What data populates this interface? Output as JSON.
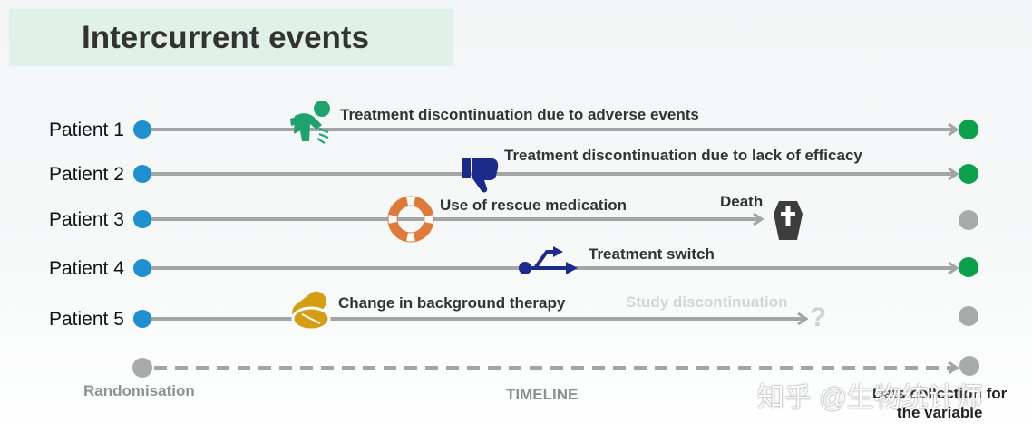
{
  "title": "Intercurrent events",
  "patients": [
    {
      "label": "Patient 1",
      "event": "Treatment discontinuation due to adverse events",
      "end_status": "green",
      "icon": "person-pain-icon"
    },
    {
      "label": "Patient 2",
      "event": "Treatment discontinuation due to lack of efficacy",
      "end_status": "green",
      "icon": "thumbs-down-icon"
    },
    {
      "label": "Patient 3",
      "event": "Use of rescue medication",
      "second_event": "Death",
      "end_status": "grey",
      "icon": "lifebuoy-icon",
      "second_icon": "coffin-icon"
    },
    {
      "label": "Patient 4",
      "event": "Treatment switch",
      "end_status": "green",
      "icon": "switch-arrows-icon"
    },
    {
      "label": "Patient 5",
      "event": "Change in background therapy",
      "second_event": "Study discontinuation",
      "end_status": "grey",
      "icon": "pills-icon",
      "second_icon": "question-mark-icon"
    }
  ],
  "timeline": {
    "start_label": "Randomisation",
    "axis_label": "TIMELINE",
    "end_label_line1": "Data collection for",
    "end_label_line2": "the variable"
  },
  "watermark": "知乎 @生物统计师",
  "colors": {
    "start_dot": "#1e90d0",
    "end_green": "#0aa14a",
    "end_grey": "#a9abab",
    "arrow_line": "#a4a6a6",
    "title_bg": "#dff1e8",
    "icon_green": "#1fa36e",
    "icon_navy": "#1c2a8c",
    "icon_orange": "#e07a3a",
    "icon_gold": "#d49d12",
    "icon_dark": "#3d3d3d"
  }
}
